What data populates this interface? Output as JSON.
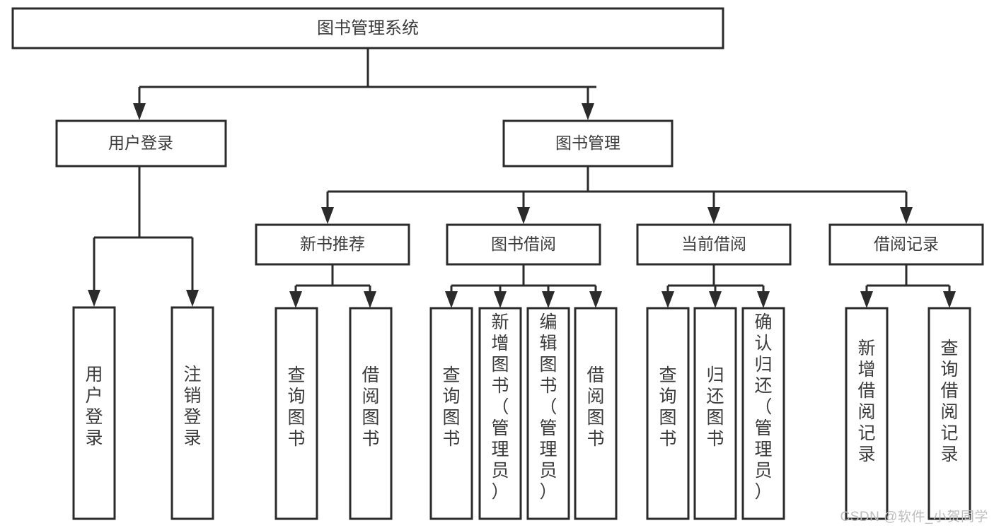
{
  "diagram": {
    "type": "tree-hierarchy",
    "title": "图书管理系统",
    "root": {
      "id": "root",
      "label": "图书管理系统",
      "orientation": "horizontal"
    },
    "level2": [
      {
        "id": "user-login",
        "label": "用户登录",
        "orientation": "horizontal"
      },
      {
        "id": "book-manage",
        "label": "图书管理",
        "orientation": "horizontal"
      }
    ],
    "level3": [
      {
        "id": "new-book-recommend",
        "label": "新书推荐",
        "orientation": "horizontal",
        "parent": "book-manage"
      },
      {
        "id": "book-borrow",
        "label": "图书借阅",
        "orientation": "horizontal",
        "parent": "book-manage"
      },
      {
        "id": "current-borrow",
        "label": "当前借阅",
        "orientation": "horizontal",
        "parent": "book-manage"
      },
      {
        "id": "borrow-record",
        "label": "借阅记录",
        "orientation": "horizontal",
        "parent": "book-manage"
      }
    ],
    "leaves": [
      {
        "id": "leaf-user-login",
        "label": "用户登录",
        "orientation": "vertical",
        "parent": "user-login"
      },
      {
        "id": "leaf-user-logout",
        "label": "注销登录",
        "orientation": "vertical",
        "parent": "user-login"
      },
      {
        "id": "leaf-query-book-1",
        "label": "查询图书",
        "orientation": "vertical",
        "parent": "new-book-recommend"
      },
      {
        "id": "leaf-borrow-book-1",
        "label": "借阅图书",
        "orientation": "vertical",
        "parent": "new-book-recommend"
      },
      {
        "id": "leaf-query-book-2",
        "label": "查询图书",
        "orientation": "vertical",
        "parent": "book-borrow"
      },
      {
        "id": "leaf-add-book",
        "label": "新增图书（管理员）",
        "orientation": "vertical",
        "parent": "book-borrow"
      },
      {
        "id": "leaf-edit-book",
        "label": "编辑图书（管理员）",
        "orientation": "vertical",
        "parent": "book-borrow"
      },
      {
        "id": "leaf-borrow-book-2",
        "label": "借阅图书",
        "orientation": "vertical",
        "parent": "book-borrow"
      },
      {
        "id": "leaf-query-book-3",
        "label": "查询图书",
        "orientation": "vertical",
        "parent": "current-borrow"
      },
      {
        "id": "leaf-return-book",
        "label": "归还图书",
        "orientation": "vertical",
        "parent": "current-borrow"
      },
      {
        "id": "leaf-confirm-return",
        "label": "确认归还（管理员）",
        "orientation": "vertical",
        "parent": "current-borrow"
      },
      {
        "id": "leaf-add-record",
        "label": "新增借阅记录",
        "orientation": "vertical",
        "parent": "borrow-record"
      },
      {
        "id": "leaf-query-record",
        "label": "查询借阅记录",
        "orientation": "vertical",
        "parent": "borrow-record"
      }
    ],
    "colors": {
      "stroke": "#2b2b2b",
      "fill": "#ffffff",
      "text": "#3b3b3b",
      "watermark": "#bdbdbd"
    }
  },
  "watermark": {
    "text": "CSDN @软件_小贺同学"
  }
}
